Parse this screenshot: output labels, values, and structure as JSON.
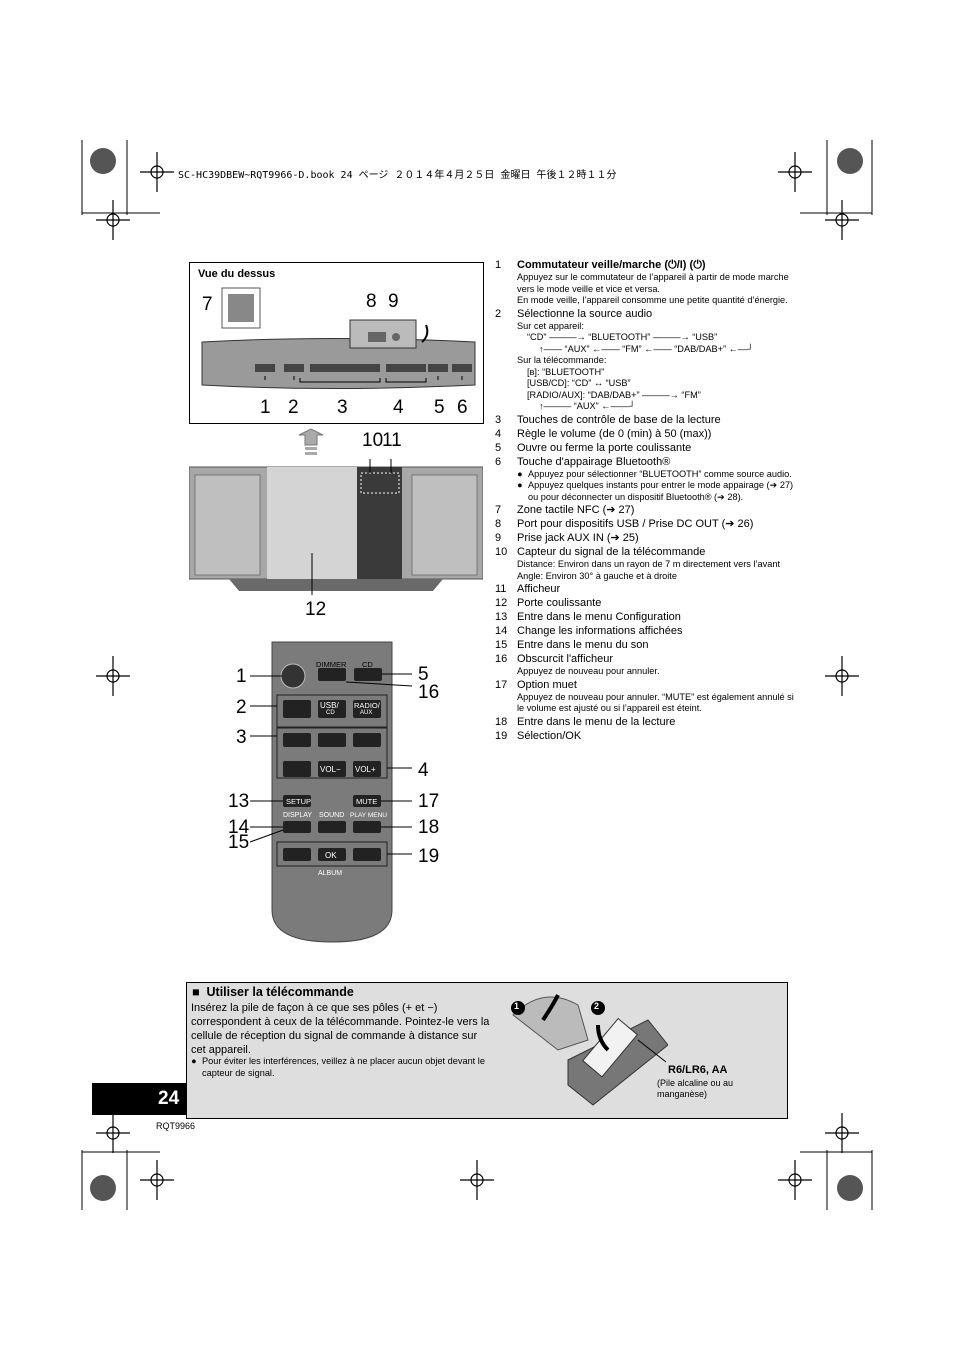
{
  "header": {
    "print_line": "SC-HC39DBEW~RQT9966-D.book  24 ページ  ２０１４年４月２５日  金曜日  午後１２時１１分"
  },
  "figure": {
    "top_view_label": "Vue du dessus",
    "top_callouts": [
      "7",
      "8",
      "9",
      "1",
      "2",
      "3",
      "4",
      "5",
      "6"
    ],
    "front_callouts": [
      "10",
      "11",
      "12"
    ],
    "remote_callouts": [
      "1",
      "2",
      "3",
      "13",
      "14",
      "15",
      "5",
      "16",
      "4",
      "17",
      "18",
      "19"
    ],
    "remote_buttons": {
      "dimmer": "DIMMER",
      "cd": "CD",
      "usb": "USB/",
      "usb_sub": "CD",
      "radio": "RADIO/",
      "radio_sub": "AUX",
      "vol_minus": "VOL−",
      "vol_plus": "VOL+",
      "setup": "SETUP",
      "mute": "MUTE",
      "display": "DISPLAY",
      "sound": "SOUND",
      "playmenu": "PLAY MENU",
      "ok": "OK",
      "album": "ALBUM"
    }
  },
  "items": [
    {
      "num": "1",
      "text": "Commutateur veille/marche (⏻/I) (⏻)",
      "bold": true,
      "sub": [
        "Appuyez sur le commutateur de l’appareil à partir de mode marche vers le mode veille et vice et versa.",
        "En mode veille, l’appareil consomme une petite quantité d’énergie."
      ]
    },
    {
      "num": "2",
      "text": "Sélectionne la source audio",
      "sub": [
        "Sur cet appareil:",
        "“CD” ———→ “BLUETOOTH” ———→ “USB”",
        "↑—— “AUX” ←—— “FM” ←—— “DAB/DAB+” ←—┘",
        "Sur la télécommande:",
        "[ʙ]: “BLUETOOTH”",
        "[USB/CD]: “CD” ↔ “USB”",
        "[RADIO/AUX]: “DAB/DAB+” ———→ “FM”",
        "↑——— “AUX” ←——┘"
      ]
    },
    {
      "num": "3",
      "text": "Touches de contrôle de base de la lecture"
    },
    {
      "num": "4",
      "text": "Règle le volume (de 0 (min) à 50 (max))"
    },
    {
      "num": "5",
      "text": "Ouvre ou ferme la porte coulissante"
    },
    {
      "num": "6",
      "text": "Touche d'appairage Bluetooth®",
      "bullets": [
        "Appuyez pour sélectionner “BLUETOOTH” comme source audio.",
        "Appuyez quelques instants pour entrer le mode appairage (➔ 27) ou pour déconnecter un dispositif Bluetooth® (➔ 28)."
      ]
    },
    {
      "num": "7",
      "text": "Zone tactile NFC (➔ 27)"
    },
    {
      "num": "8",
      "text": "Port pour dispositifs USB / Prise DC OUT (➔ 26)"
    },
    {
      "num": "9",
      "text": "Prise jack AUX IN (➔ 25)"
    },
    {
      "num": "10",
      "text": "Capteur du signal de la télécommande",
      "sub": [
        "Distance: Environ dans un rayon de 7 m directement vers l’avant",
        "Angle: Environ 30° à gauche et à droite"
      ]
    },
    {
      "num": "11",
      "text": "Afficheur"
    },
    {
      "num": "12",
      "text": "Porte coulissante"
    },
    {
      "num": "13",
      "text": "Entre dans le menu Configuration"
    },
    {
      "num": "14",
      "text": "Change les informations affichées"
    },
    {
      "num": "15",
      "text": "Entre dans le menu du son"
    },
    {
      "num": "16",
      "text": "Obscurcit l'afficheur",
      "sub": [
        "Appuyez de nouveau pour annuler."
      ]
    },
    {
      "num": "17",
      "text": "Option muet",
      "sub": [
        "Appuyez de nouveau pour annuler. “MUTE” est également annulé si le volume est ajusté ou si l’appareil est éteint."
      ]
    },
    {
      "num": "18",
      "text": "Entre dans le menu de la lecture"
    },
    {
      "num": "19",
      "text": "Sélection/OK"
    }
  ],
  "remote_section": {
    "title": "Utiliser la télécommande",
    "body": "Insérez la pile de façon à ce que ses pôles (+ et −) correspondent à ceux de la télécommande. Pointez-le vers la cellule de réception du signal de commande à distance sur cet appareil.",
    "note": "Pour éviter les interférences, veillez à ne placer aucun objet devant le capteur de signal.",
    "battery_label": "R6/LR6, AA",
    "battery_sub": "(Pile alcaline ou au manganèse)",
    "step_markers": [
      "1",
      "2"
    ]
  },
  "page_number": "24",
  "doc_code": "RQT9966"
}
